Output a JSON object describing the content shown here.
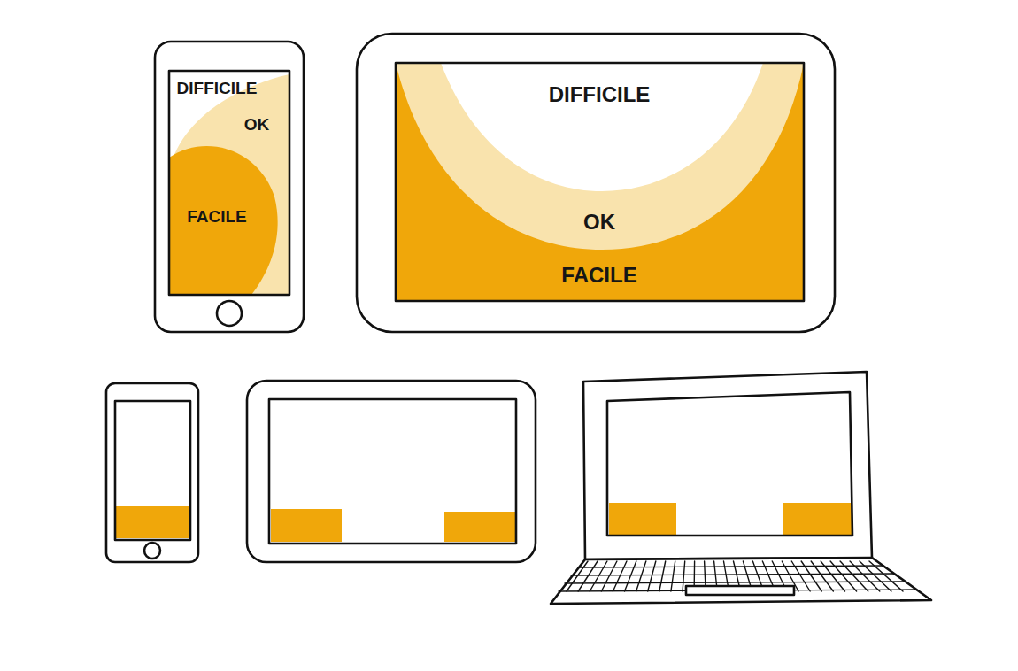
{
  "diagram": {
    "labels": [
      "DIFFICILE",
      "OK",
      "FACILE",
      "DIFFICILE",
      "OK",
      "FACILE"
    ]
  }
}
